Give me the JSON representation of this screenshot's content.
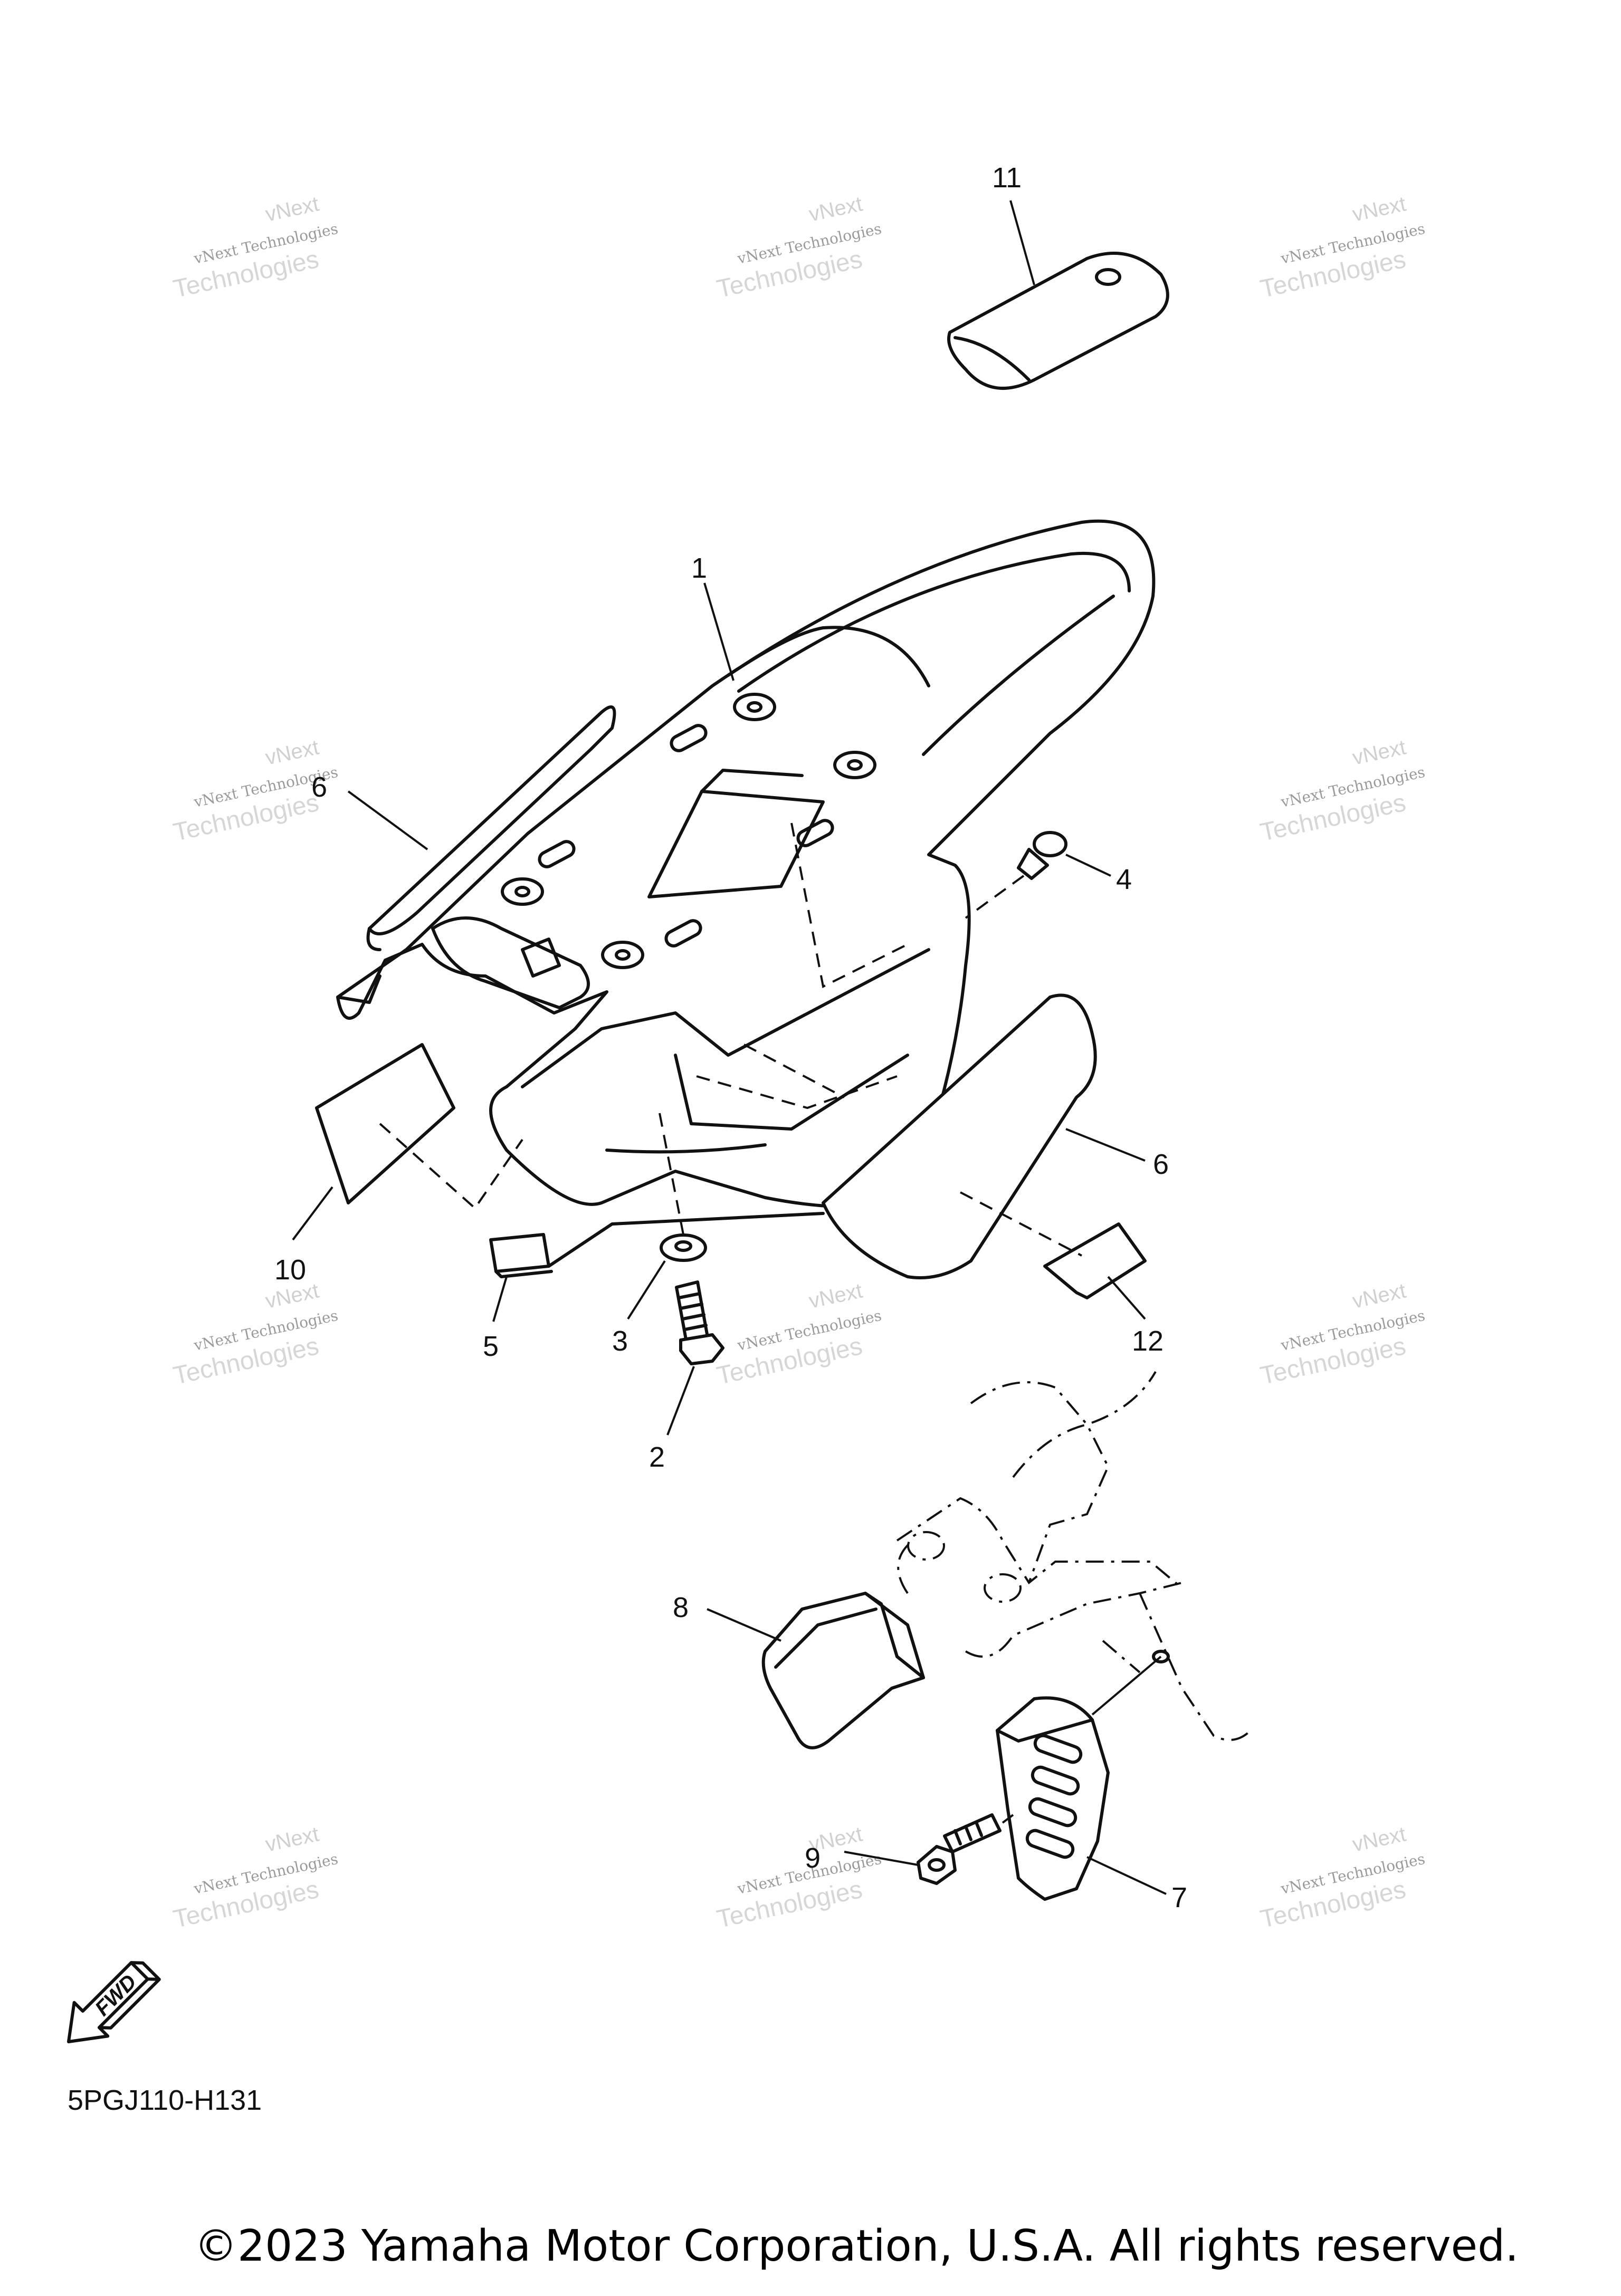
{
  "diagram": {
    "callouts": [
      "1",
      "2",
      "3",
      "4",
      "5",
      "6",
      "6",
      "7",
      "8",
      "9",
      "10",
      "11",
      "12"
    ],
    "watermark": {
      "line1": "vNext",
      "line2": "vNext Technologies",
      "line3": "Technologies"
    },
    "fwd_label": "FWD",
    "drawing_code": "5PGJ110-H131",
    "copyright": "©2023 Yamaha Motor Corporation, U.S.A. All rights reserved."
  }
}
